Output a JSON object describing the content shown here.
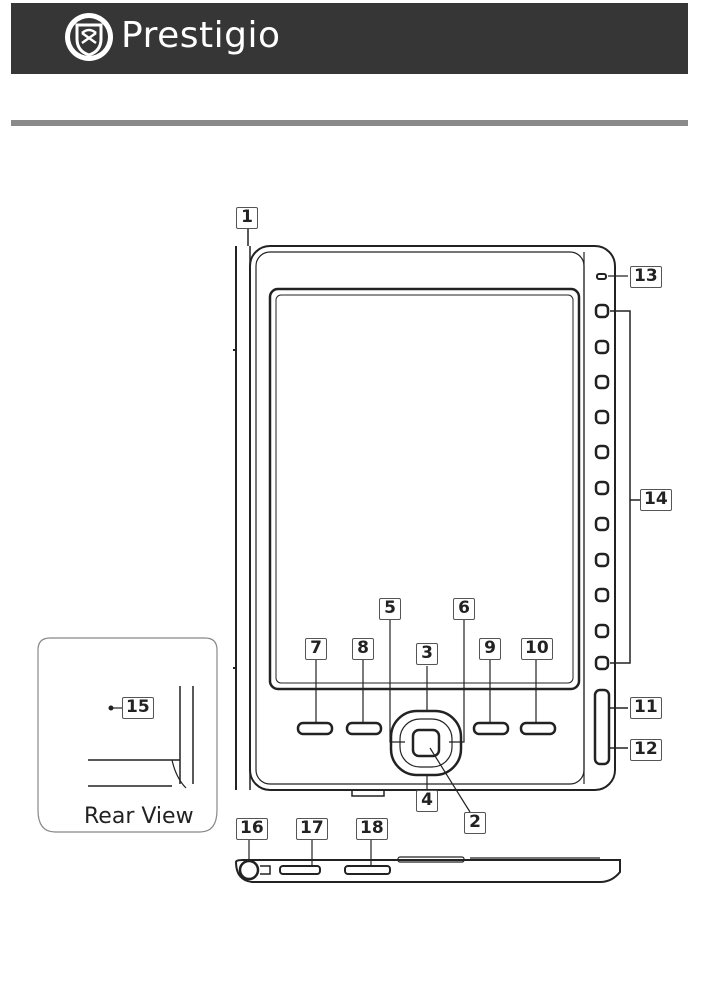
{
  "header": {
    "brand": "Prestigio",
    "logo_icon": "prestigio-shield-icon"
  },
  "callouts": [
    "1",
    "2",
    "3",
    "4",
    "5",
    "6",
    "7",
    "8",
    "9",
    "10",
    "11",
    "12",
    "13",
    "14",
    "15",
    "16",
    "17",
    "18"
  ],
  "rear_view": {
    "label": "Rear View"
  },
  "colors": {
    "header_bg": "#363636",
    "rule": "#8a8a8a",
    "line": "#222222"
  }
}
